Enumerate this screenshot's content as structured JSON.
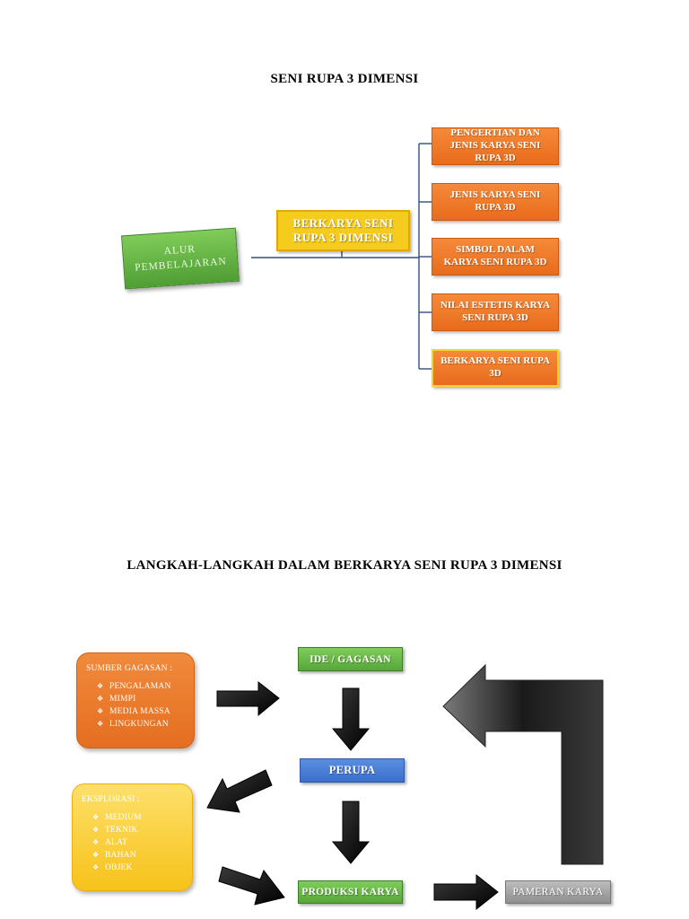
{
  "top_title": "SENI RUPA 3 DIMENSI",
  "alur": "ALUR PEMBELAJARAN",
  "main_node": "BERKARYA SENI RUPA 3 DIMENSI",
  "topics": [
    "PENGERTIAN DAN JENIS KARYA SENI RUPA 3D",
    "JENIS KARYA SENI RUPA 3D",
    "SIMBOL DALAM KARYA SENI RUPA 3D",
    "NILAI ESTETIS KARYA SENI RUPA 3D",
    "BERKARYA SENI RUPA 3D"
  ],
  "steps_title": "LANGKAH-LANGKAH DALAM BERKARYA SENI RUPA 3 DIMENSI",
  "sumber": {
    "head": "SUMBER GAGASAN :",
    "items": [
      "PENGALAMAN",
      "MIMPI",
      "MEDIA MASSA",
      "LINGKUNGAN"
    ]
  },
  "eksplorasi": {
    "head": "EKSPLORASI :",
    "items": [
      "MEDIUM",
      "TEKNIK",
      "ALAT",
      "BAHAN",
      "OBJEK"
    ]
  },
  "flow": {
    "ide": "IDE / GAGASAN",
    "perupa": "PERUPA",
    "produksi": "PRODUKSI KARYA",
    "pameran": "PAMERAN KARYA"
  },
  "bullet_glyph": "❖",
  "colors": {
    "orange": "#e96b1c",
    "green": "#56a63a",
    "yellow": "#f5cb1e",
    "blue": "#3a6fcc",
    "gray": "#8e8e8e"
  }
}
